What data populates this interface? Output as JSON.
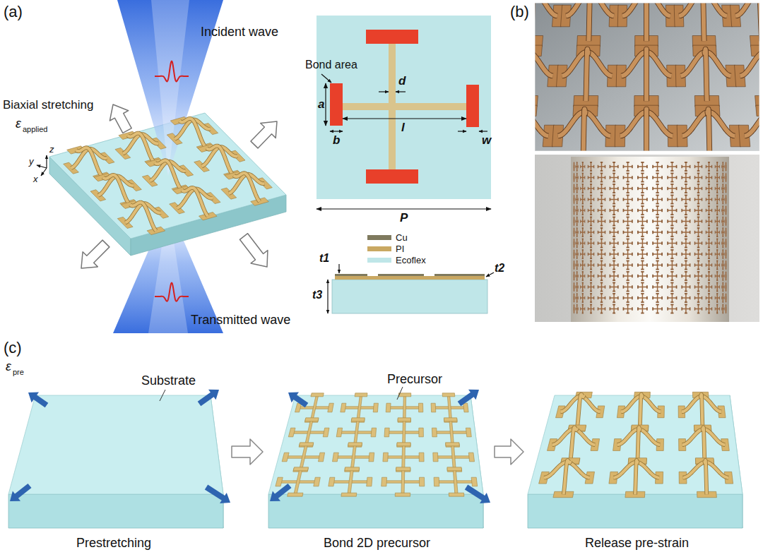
{
  "diagram": {
    "labels": [
      "(a)",
      "Incident wave",
      "Biaxial stretching",
      "ε",
      "applied",
      "z",
      "y",
      "x",
      "Transmitted wave",
      "Bond area",
      "a",
      "d",
      "b",
      "l",
      "w",
      "P",
      "t1",
      "t3",
      "t2",
      "(b)",
      "(c)",
      "Substrate",
      "ε",
      "pre",
      "Precursor",
      "Prestretching",
      "Bond 2D precursor",
      "Release pre-strain"
    ],
    "legend": [
      {
        "text": "Cu",
        "color": "#7f7a5e"
      },
      {
        "text": "PI",
        "color": "#c9a862"
      },
      {
        "text": "Ecoflex",
        "color": "#bfe6e8"
      }
    ]
  }
}
